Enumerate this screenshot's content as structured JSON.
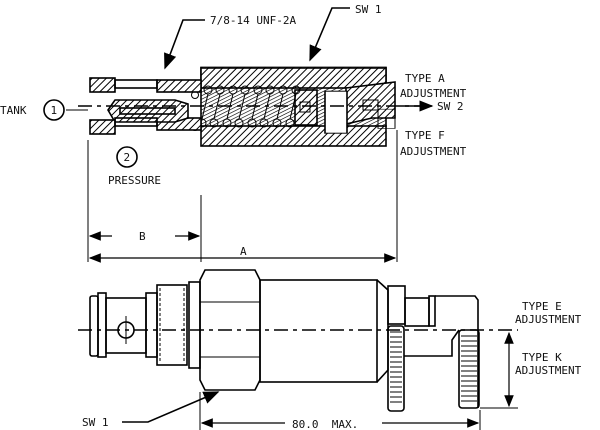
{
  "labels": {
    "thread": "7/8-14 UNF-2A",
    "sw1_top": "SW 1",
    "type_a": "TYPE A",
    "type_a_adj": "ADJUSTMENT",
    "sw2": "SW 2",
    "type_f": "TYPE F",
    "type_f_adj": "ADJUSTMENT",
    "tank": "TANK",
    "port1": "1",
    "port2": "2",
    "pressure": "PRESSURE",
    "dim_b": "B",
    "dim_a": "A",
    "type_e": "TYPE E",
    "type_e_adj": "ADJUSTMENT",
    "type_k": "TYPE K",
    "type_k_adj": "ADJUSTMENT",
    "sw1_bottom": "SW 1",
    "max_length": "80.0  MAX."
  }
}
